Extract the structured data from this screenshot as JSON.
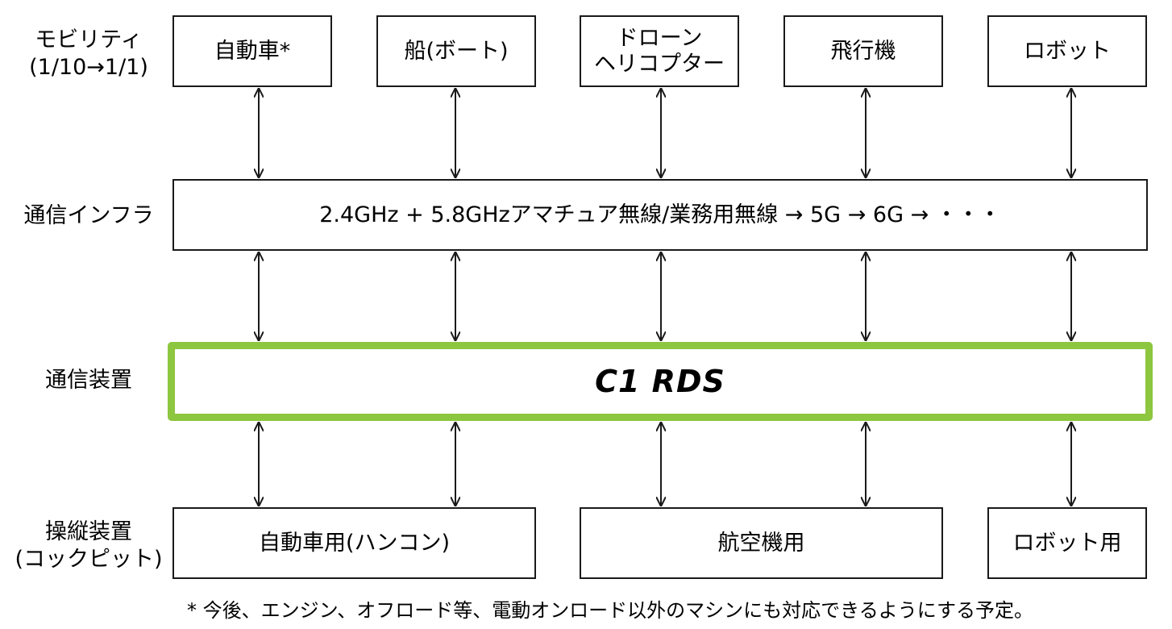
{
  "layers": {
    "mobility": [
      "モビリティ",
      "(1/10→1/1)"
    ],
    "infra": "通信インフラ",
    "device": "通信装置",
    "control": [
      "操縦装置",
      "(コックピット)"
    ]
  },
  "mobility_boxes": [
    {
      "lines": [
        "自動車*"
      ]
    },
    {
      "lines": [
        "船(ボート)"
      ]
    },
    {
      "lines": [
        "ドローン",
        "ヘリコプター"
      ]
    },
    {
      "lines": [
        "飛行機"
      ]
    },
    {
      "lines": [
        "ロボット"
      ]
    }
  ],
  "infra_text": "2.4GHz + 5.8GHzアマチュア無線/業務用無線 → 5G → 6G → ・・・",
  "device_text": "C1 RDS",
  "control_boxes": [
    "自動車用(ハンコン)",
    "航空機用",
    "ロボット用"
  ],
  "footnote": "* 今後、エンジン、オフロード等、電動オンロード以外のマシンにも対応できるようにする予定。",
  "colors": {
    "accent_border": "#8dc63f",
    "line": "#1a1a1a"
  }
}
